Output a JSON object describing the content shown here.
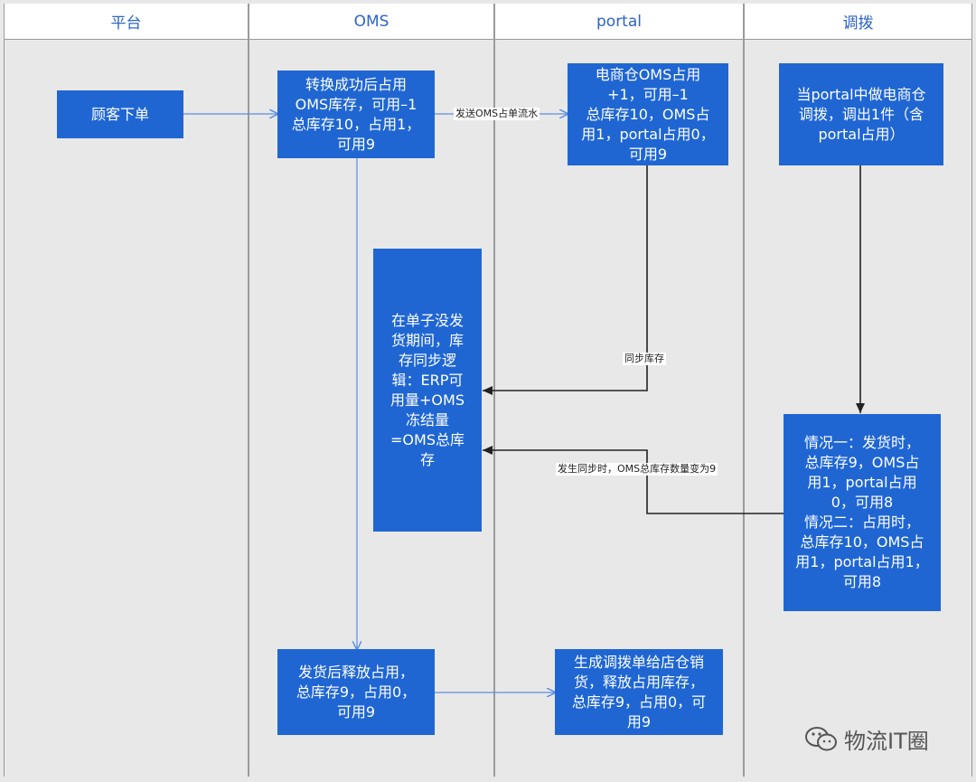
{
  "lanes": [
    {
      "id": "lane-platform",
      "title": "平台"
    },
    {
      "id": "lane-oms",
      "title": "OMS"
    },
    {
      "id": "lane-portal",
      "title": "portal"
    },
    {
      "id": "lane-transfer",
      "title": "调拨"
    }
  ],
  "nodes": {
    "customer_order": "顾客下单",
    "oms_convert": "转换成功后占用\nOMS库存，可用–1\n总库存10，占用1，\n可用9",
    "portal_occupy": "电商仓OMS占用\n+1，可用–1\n总库存10，OMS占\n用1，portal占用0，\n可用9",
    "transfer_out": "当portal中做电商仓\n调拨，调出1件（含\nportal占用）",
    "sync_logic": "在单子没发\n货期间，库\n存同步逻\n辑：ERP可\n用量+OMS\n冻结量\n=OMS总库\n存",
    "scenarios": "情况一：发货时，\n总库存9，OMS占\n用1，portal占用\n0，可用8\n情况二：占用时，\n总库存10，OMS占\n用1，portal占用1，\n可用8",
    "oms_release": "发货后释放占用，\n总库存9，占用0，\n可用9",
    "portal_release": "生成调拨单给店仓销\n货，释放占用库存，\n总库存9，占用0，可\n用9"
  },
  "edge_labels": {
    "send_flow": "发送OMS占单流水",
    "sync_stock": "同步库存",
    "sync_total": "发生同步时，OMS总库存数量变为9"
  },
  "watermark": "物流IT圈",
  "colors": {
    "node_fill": "#1f66d3",
    "lane_title": "#2e63c6",
    "lane_bg": "#e8e8e8",
    "blue_arrow": "#5b8fe0",
    "black_arrow": "#222222"
  }
}
